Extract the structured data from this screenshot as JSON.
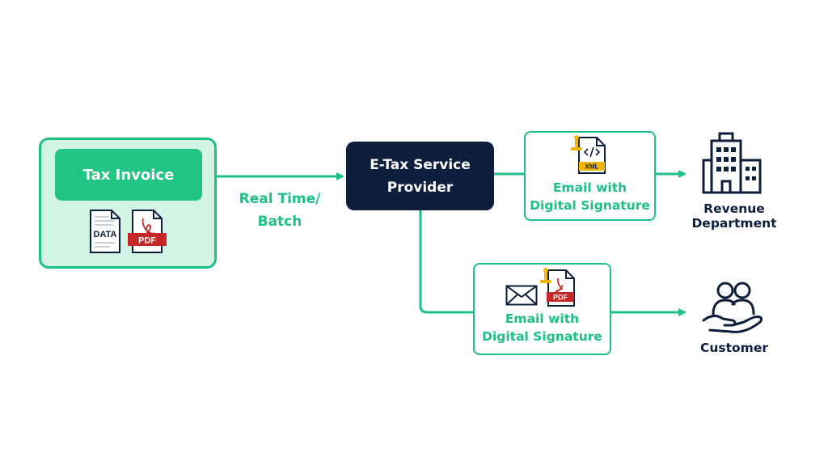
{
  "source": {
    "title": "Tax Invoice",
    "data_doc_label": "DATA",
    "pdf_doc_label": "PDF"
  },
  "edge_label": {
    "line1": "Real Time/",
    "line2": "Batch"
  },
  "provider": {
    "line1": "E-Tax Service",
    "line2": "Provider"
  },
  "revenue_email": {
    "file_label": "XML",
    "line1": "Email with",
    "line2": "Digital Signature"
  },
  "customer_email": {
    "file_label": "PDF",
    "line1": "Email with",
    "line2": "Digital Signature"
  },
  "revenue_department": {
    "line1": "Revenue",
    "line2": "Department"
  },
  "customer": {
    "label": "Customer"
  },
  "colors": {
    "green": "#1ec184",
    "green_fill": "#22c483",
    "mint": "#d4f5e6",
    "navy": "#0e1e3d",
    "pdf_red": "#c62828",
    "stamp_gold": "#f2b705"
  }
}
